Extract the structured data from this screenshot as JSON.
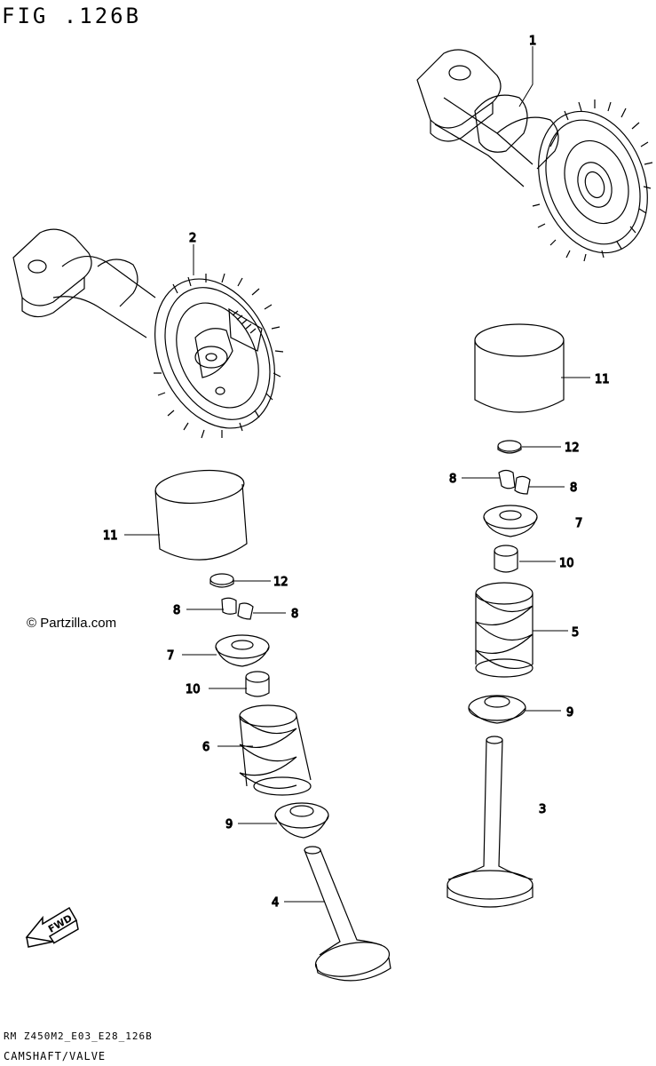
{
  "figure": {
    "title": "FIG .126B",
    "code": "RM Z450M2_E03_E28_126B",
    "name": "CAMSHAFT/VALVE"
  },
  "watermark": "© Partzilla.com",
  "fwd_arrow_text": "FWD",
  "callouts": {
    "c1": "1",
    "c2": "2",
    "c3": "3",
    "c4": "4",
    "c5": "5",
    "c6": "6",
    "c7_right": "7",
    "c7_left": "7",
    "c8_right_a": "8",
    "c8_right_b": "8",
    "c8_left_a": "8",
    "c8_left_b": "8",
    "c9_right": "9",
    "c9_left": "9",
    "c10_right": "10",
    "c10_left": "10",
    "c11_right": "11",
    "c11_left": "11",
    "c12_right": "12",
    "c12_left": "12"
  }
}
